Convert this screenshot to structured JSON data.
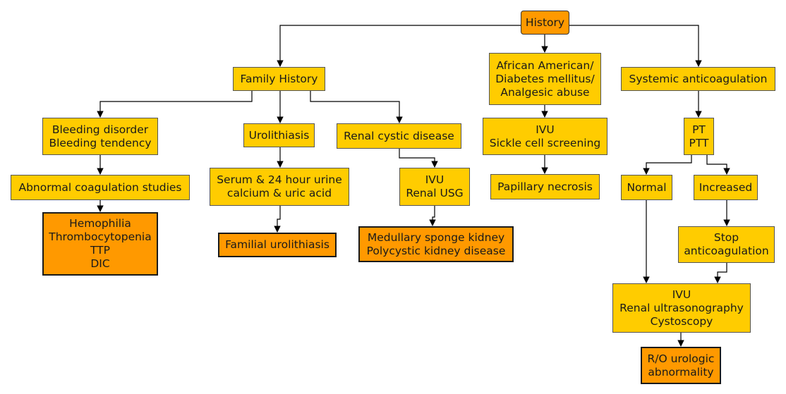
{
  "diagram": {
    "colors": {
      "node_fill": "#ffcc00",
      "leaf_fill": "#ff9900",
      "edge": "#000000"
    },
    "nodes": {
      "history": "History",
      "family_history": "Family History",
      "african_american": "African American/\nDiabetes mellitus/\nAnalgesic abuse",
      "systemic_anticoag": "Systemic anticoagulation",
      "bleeding_disorder": "Bleeding disorder\nBleeding tendency",
      "urolithiasis": "Urolithiasis",
      "renal_cystic": "Renal cystic disease",
      "ivu_sickle": "IVU\nSickle cell screening",
      "pt_ptt": "PT\nPTT",
      "abnormal_coag": "Abnormal coagulation studies",
      "serum_urine": "Serum & 24 hour urine\ncalcium & uric acid",
      "ivu_renal_usg": "IVU\nRenal USG",
      "papillary_necrosis": "Papillary necrosis",
      "normal": "Normal",
      "increased": "Increased",
      "hemophilia": "Hemophilia\nThrombocytopenia\nTTP\nDIC",
      "familial_urolithiasis": "Familial urolithiasis",
      "medullary_sponge": "Medullary sponge kidney\nPolycystic kidney disease",
      "stop_anticoag": "Stop\nanticoagulation",
      "ivu_cystoscopy": "IVU\nRenal ultrasonography\nCystoscopy",
      "ro_urologic": "R/O urologic\nabnormality"
    }
  }
}
